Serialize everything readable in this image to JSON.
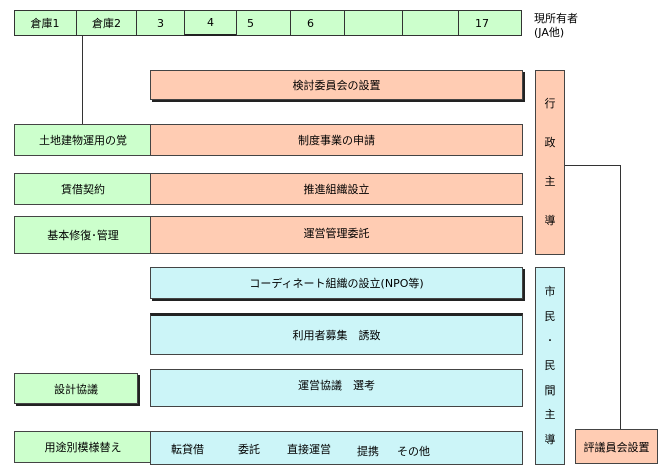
{
  "warehouses": {
    "cells": [
      "倉庫1",
      "倉庫2",
      "3",
      "4",
      "5",
      "6",
      "",
      "",
      "17"
    ],
    "owner_label": "現所有者",
    "owner_sub": "(JA他)"
  },
  "left_steps": {
    "land_use": "土地建物運用の覚",
    "lease": "賃借契約",
    "repair": "基本修復･管理",
    "design": "設計協議",
    "remodel": "用途別模様替え"
  },
  "main_steps": {
    "committee": "検討委員会の設置",
    "application": "制度事業の申請",
    "promotion": "推進組織設立",
    "operation": "運営管理委託",
    "coordinate": "コーディネート組織の設立(NPO等)",
    "recruit": "利用者募集　誘致",
    "consult": "運営協議　選考",
    "types": [
      "転貸借",
      "委託",
      "直接運営",
      "提携",
      "その他"
    ]
  },
  "side_labels": {
    "admin_led": [
      "行",
      "政",
      "主",
      "導"
    ],
    "citizen_led": [
      "市",
      "民",
      "･",
      "民",
      "間",
      "主",
      "導"
    ],
    "evaluation": "評議員会設置"
  }
}
